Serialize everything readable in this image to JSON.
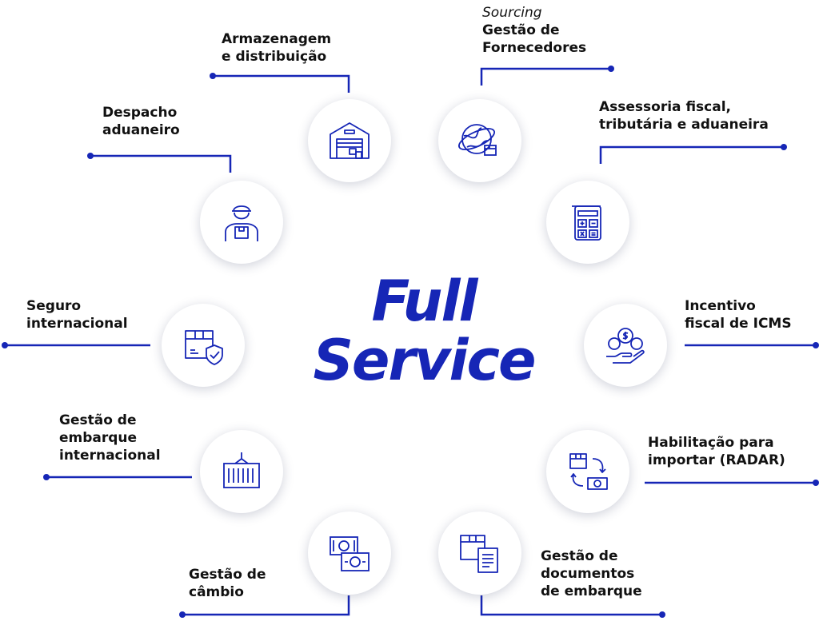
{
  "title": {
    "line1": "Full",
    "line2": "Service"
  },
  "colors": {
    "accent": "#1626b6",
    "connector": "#1626b6",
    "icon": "#1626b6",
    "text": "#111111"
  },
  "services": [
    {
      "id": "armazenagem",
      "lines": [
        "Armazenagem",
        "e distribuição"
      ],
      "icon": "warehouse-icon"
    },
    {
      "id": "sourcing",
      "italic_line": "Sourcing",
      "lines": [
        "Gestão de",
        "Fornecedores"
      ],
      "icon": "globe-box-icon"
    },
    {
      "id": "despacho",
      "lines": [
        "Despacho",
        "aduaneiro"
      ],
      "icon": "delivery-worker-icon"
    },
    {
      "id": "assessoria",
      "lines": [
        "Assessoria fiscal,",
        "tributária e aduaneira"
      ],
      "icon": "calculator-icon"
    },
    {
      "id": "seguro",
      "lines": [
        "Seguro",
        "internacional"
      ],
      "icon": "box-shield-icon"
    },
    {
      "id": "icms",
      "lines": [
        "Incentivo",
        "fiscal de ICMS"
      ],
      "icon": "hand-coins-icon"
    },
    {
      "id": "embarque",
      "lines": [
        "Gestão de",
        "embarque",
        "internacional"
      ],
      "icon": "container-icon"
    },
    {
      "id": "radar",
      "lines": [
        "Habilitação para",
        "importar (RADAR)"
      ],
      "icon": "exchange-icon"
    },
    {
      "id": "cambio",
      "lines": [
        "Gestão de",
        "câmbio"
      ],
      "icon": "banknotes-icon"
    },
    {
      "id": "documentos",
      "lines": [
        "Gestão de",
        "documentos",
        "de embarque"
      ],
      "icon": "box-document-icon"
    }
  ]
}
